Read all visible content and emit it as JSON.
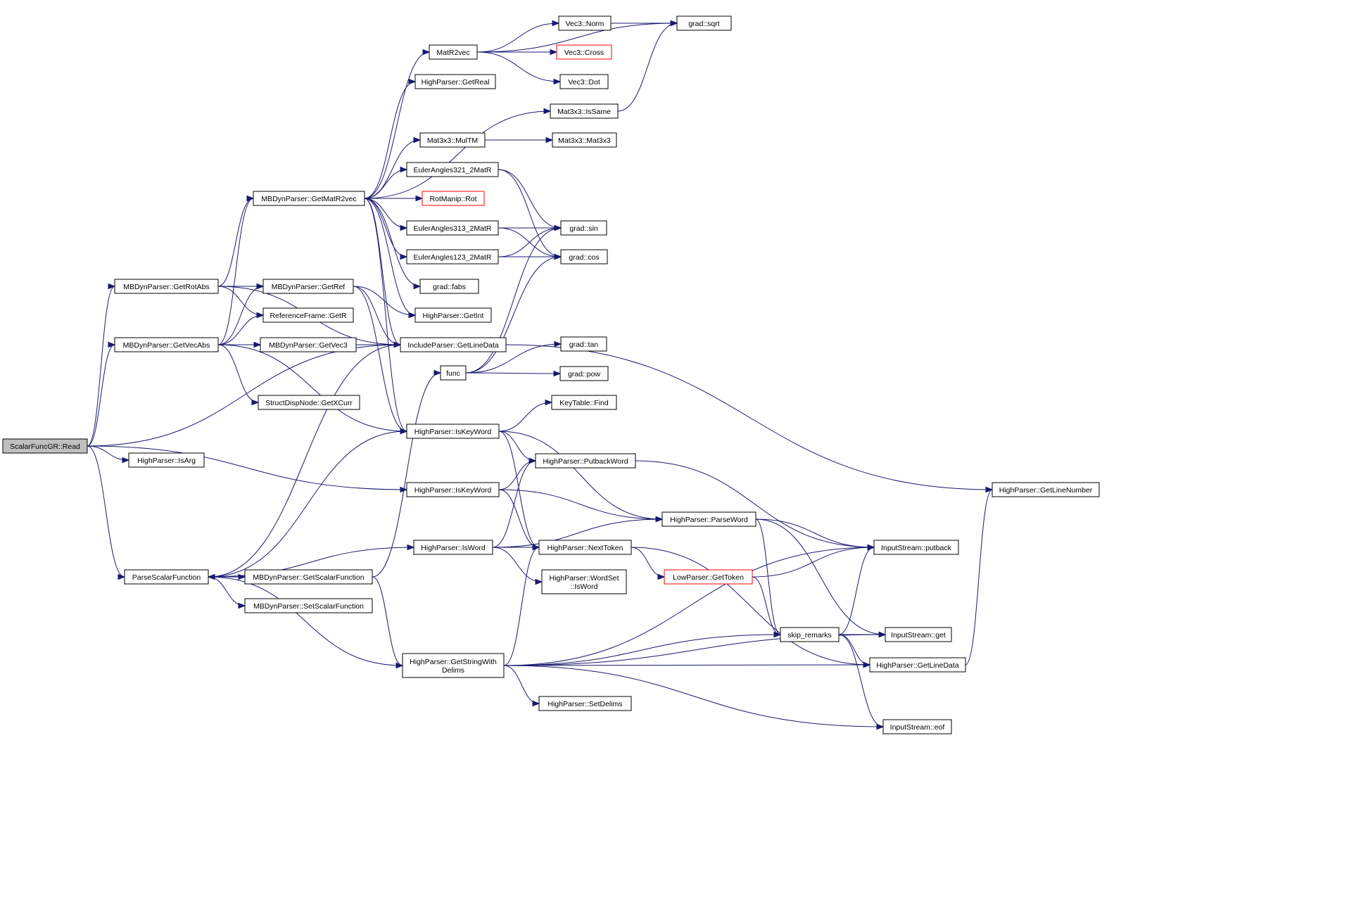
{
  "graph": {
    "nodes": [
      {
        "id": "read",
        "lines": [
          "ScalarFuncGR::Read"
        ],
        "style": "root"
      },
      {
        "id": "getrotabs",
        "lines": [
          "MBDynParser::GetRotAbs"
        ]
      },
      {
        "id": "getvecabs",
        "lines": [
          "MBDynParser::GetVecAbs"
        ]
      },
      {
        "id": "isarg",
        "lines": [
          "HighParser::IsArg"
        ]
      },
      {
        "id": "parsescalar",
        "lines": [
          "ParseScalarFunction"
        ]
      },
      {
        "id": "getmatr2vec",
        "lines": [
          "MBDynParser::GetMatR2vec"
        ]
      },
      {
        "id": "getref",
        "lines": [
          "MBDynParser::GetRef"
        ]
      },
      {
        "id": "refgetr",
        "lines": [
          "ReferenceFrame::GetR"
        ]
      },
      {
        "id": "getvec3",
        "lines": [
          "MBDynParser::GetVec3"
        ]
      },
      {
        "id": "getxcurr",
        "lines": [
          "StructDispNode::GetXCurr"
        ]
      },
      {
        "id": "getscalarfn",
        "lines": [
          "MBDynParser::GetScalarFunction"
        ]
      },
      {
        "id": "setscalarfn",
        "lines": [
          "MBDynParser::SetScalarFunction"
        ]
      },
      {
        "id": "matr2vec",
        "lines": [
          "MatR2vec"
        ]
      },
      {
        "id": "getreal",
        "lines": [
          "HighParser::GetReal"
        ]
      },
      {
        "id": "multm",
        "lines": [
          "Mat3x3::MulTM"
        ]
      },
      {
        "id": "euler321",
        "lines": [
          "EulerAngles321_2MatR"
        ]
      },
      {
        "id": "rot",
        "lines": [
          "RotManip::Rot"
        ],
        "style": "red"
      },
      {
        "id": "euler313",
        "lines": [
          "EulerAngles313_2MatR"
        ]
      },
      {
        "id": "euler123",
        "lines": [
          "EulerAngles123_2MatR"
        ]
      },
      {
        "id": "fabs",
        "lines": [
          "grad::fabs"
        ]
      },
      {
        "id": "getint",
        "lines": [
          "HighParser::GetInt"
        ]
      },
      {
        "id": "incgetline",
        "lines": [
          "IncludeParser::GetLineData"
        ]
      },
      {
        "id": "func",
        "lines": [
          "func"
        ]
      },
      {
        "id": "iskeyword1",
        "lines": [
          "HighParser::IsKeyWord"
        ]
      },
      {
        "id": "iskeyword2",
        "lines": [
          "HighParser::IsKeyWord"
        ]
      },
      {
        "id": "isword",
        "lines": [
          "HighParser::IsWord"
        ]
      },
      {
        "id": "getstringdelims",
        "lines": [
          "HighParser::GetStringWith",
          "Delims"
        ]
      },
      {
        "id": "vecnorm",
        "lines": [
          "Vec3::Norm"
        ]
      },
      {
        "id": "veccross",
        "lines": [
          "Vec3::Cross"
        ],
        "style": "red"
      },
      {
        "id": "vecdot",
        "lines": [
          "Vec3::Dot"
        ]
      },
      {
        "id": "issame",
        "lines": [
          "Mat3x3::IsSame"
        ]
      },
      {
        "id": "mat3x3",
        "lines": [
          "Mat3x3::Mat3x3"
        ]
      },
      {
        "id": "sin",
        "lines": [
          "grad::sin"
        ]
      },
      {
        "id": "cos",
        "lines": [
          "grad::cos"
        ]
      },
      {
        "id": "tan",
        "lines": [
          "grad::tan"
        ]
      },
      {
        "id": "pow",
        "lines": [
          "grad::pow"
        ]
      },
      {
        "id": "keyfind",
        "lines": [
          "KeyTable::Find"
        ]
      },
      {
        "id": "putbackword",
        "lines": [
          "HighParser::PutbackWord"
        ]
      },
      {
        "id": "nexttoken",
        "lines": [
          "HighParser::NextToken"
        ]
      },
      {
        "id": "wordset",
        "lines": [
          "HighParser::WordSet",
          "::IsWord"
        ]
      },
      {
        "id": "setdelims",
        "lines": [
          "HighParser::SetDelims"
        ]
      },
      {
        "id": "sqrt",
        "lines": [
          "grad::sqrt"
        ]
      },
      {
        "id": "parseword",
        "lines": [
          "HighParser::ParseWord"
        ]
      },
      {
        "id": "gettoken",
        "lines": [
          "LowParser::GetToken"
        ],
        "style": "red"
      },
      {
        "id": "skipremarks",
        "lines": [
          "skip_remarks"
        ]
      },
      {
        "id": "putback",
        "lines": [
          "InputStream::putback"
        ]
      },
      {
        "id": "streamget",
        "lines": [
          "InputStream::get"
        ]
      },
      {
        "id": "hpgetline",
        "lines": [
          "HighParser::GetLineData"
        ]
      },
      {
        "id": "eof",
        "lines": [
          "InputStream::eof"
        ]
      },
      {
        "id": "getlinenumber",
        "lines": [
          "HighParser::GetLineNumber"
        ]
      }
    ],
    "edges": [
      [
        "read",
        "getrotabs"
      ],
      [
        "read",
        "getvecabs"
      ],
      [
        "read",
        "isarg"
      ],
      [
        "read",
        "parsescalar"
      ],
      [
        "read",
        "incgetline"
      ],
      [
        "read",
        "iskeyword2"
      ],
      [
        "getrotabs",
        "getmatr2vec"
      ],
      [
        "getrotabs",
        "getref"
      ],
      [
        "getrotabs",
        "refgetr"
      ],
      [
        "getrotabs",
        "incgetline"
      ],
      [
        "getvecabs",
        "getmatr2vec"
      ],
      [
        "getvecabs",
        "getref"
      ],
      [
        "getvecabs",
        "refgetr"
      ],
      [
        "getvecabs",
        "getvec3"
      ],
      [
        "getvecabs",
        "getxcurr"
      ],
      [
        "getvecabs",
        "incgetline"
      ],
      [
        "getvecabs",
        "iskeyword1"
      ],
      [
        "getmatr2vec",
        "matr2vec"
      ],
      [
        "getmatr2vec",
        "getreal"
      ],
      [
        "getmatr2vec",
        "issame"
      ],
      [
        "getmatr2vec",
        "multm"
      ],
      [
        "getmatr2vec",
        "euler321"
      ],
      [
        "getmatr2vec",
        "rot"
      ],
      [
        "getmatr2vec",
        "euler313"
      ],
      [
        "getmatr2vec",
        "euler123"
      ],
      [
        "getmatr2vec",
        "fabs"
      ],
      [
        "getmatr2vec",
        "getint"
      ],
      [
        "getmatr2vec",
        "incgetline"
      ],
      [
        "getmatr2vec",
        "iskeyword1"
      ],
      [
        "getref",
        "getint"
      ],
      [
        "getref",
        "incgetline"
      ],
      [
        "getref",
        "iskeyword1"
      ],
      [
        "parsescalar",
        "getscalarfn"
      ],
      [
        "parsescalar",
        "setscalarfn"
      ],
      [
        "parsescalar",
        "incgetline"
      ],
      [
        "parsescalar",
        "iskeyword1"
      ],
      [
        "parsescalar",
        "isword"
      ],
      [
        "parsescalar",
        "getstringdelims"
      ],
      [
        "getscalarfn",
        "parsescalar"
      ],
      [
        "getscalarfn",
        "func"
      ],
      [
        "getscalarfn",
        "getstringdelims"
      ],
      [
        "matr2vec",
        "vecnorm"
      ],
      [
        "matr2vec",
        "veccross"
      ],
      [
        "matr2vec",
        "vecdot"
      ],
      [
        "matr2vec",
        "sqrt"
      ],
      [
        "vecnorm",
        "sqrt"
      ],
      [
        "issame",
        "sqrt"
      ],
      [
        "multm",
        "mat3x3"
      ],
      [
        "euler321",
        "sin"
      ],
      [
        "euler321",
        "cos"
      ],
      [
        "euler313",
        "sin"
      ],
      [
        "euler313",
        "cos"
      ],
      [
        "euler123",
        "sin"
      ],
      [
        "euler123",
        "cos"
      ],
      [
        "func",
        "sin"
      ],
      [
        "func",
        "cos"
      ],
      [
        "func",
        "tan"
      ],
      [
        "func",
        "pow"
      ],
      [
        "incgetline",
        "getlinenumber"
      ],
      [
        "iskeyword1",
        "keyfind"
      ],
      [
        "iskeyword1",
        "putbackword"
      ],
      [
        "iskeyword1",
        "nexttoken"
      ],
      [
        "iskeyword1",
        "parseword"
      ],
      [
        "iskeyword2",
        "putbackword"
      ],
      [
        "iskeyword2",
        "nexttoken"
      ],
      [
        "iskeyword2",
        "parseword"
      ],
      [
        "isword",
        "putbackword"
      ],
      [
        "isword",
        "nexttoken"
      ],
      [
        "isword",
        "wordset"
      ],
      [
        "isword",
        "parseword"
      ],
      [
        "getstringdelims",
        "nexttoken"
      ],
      [
        "getstringdelims",
        "putback"
      ],
      [
        "getstringdelims",
        "skipremarks"
      ],
      [
        "getstringdelims",
        "streamget"
      ],
      [
        "getstringdelims",
        "setdelims"
      ],
      [
        "getstringdelims",
        "hpgetline"
      ],
      [
        "getstringdelims",
        "eof"
      ],
      [
        "putbackword",
        "putback"
      ],
      [
        "nexttoken",
        "gettoken"
      ],
      [
        "nexttoken",
        "hpgetline"
      ],
      [
        "parseword",
        "putback"
      ],
      [
        "parseword",
        "skipremarks"
      ],
      [
        "parseword",
        "streamget"
      ],
      [
        "gettoken",
        "putback"
      ],
      [
        "gettoken",
        "skipremarks"
      ],
      [
        "skipremarks",
        "putback"
      ],
      [
        "skipremarks",
        "streamget"
      ],
      [
        "skipremarks",
        "hpgetline"
      ],
      [
        "skipremarks",
        "eof"
      ],
      [
        "hpgetline",
        "getlinenumber"
      ]
    ]
  }
}
